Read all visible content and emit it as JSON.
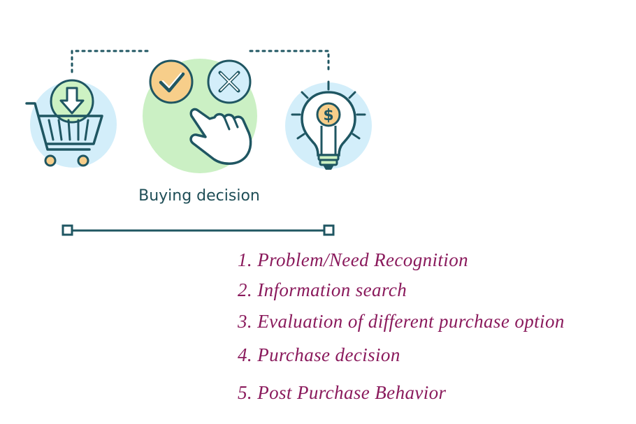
{
  "caption": "Buying decision",
  "steps": [
    {
      "number": "1.",
      "text": "Problem/Need Recognition"
    },
    {
      "number": "2.",
      "text": "Information search"
    },
    {
      "number": "3.",
      "text": "Evaluation of different purchase option"
    },
    {
      "number": "4.",
      "text": "Purchase decision"
    },
    {
      "number": "5.",
      "text": "Post Purchase Behavior"
    }
  ],
  "icons": [
    "shopping-cart-icon",
    "download-arrow-icon",
    "checkmark-icon",
    "cross-icon",
    "pointing-hand-icon",
    "lightbulb-icon",
    "dollar-icon"
  ],
  "colors": {
    "outline": "#1f5662",
    "light_blue": "#d3eefa",
    "light_green": "#cdf2c3",
    "green_circle": "#cbf0c4",
    "yellow": "#f7ce8a",
    "step_text": "#8a1a5c"
  }
}
